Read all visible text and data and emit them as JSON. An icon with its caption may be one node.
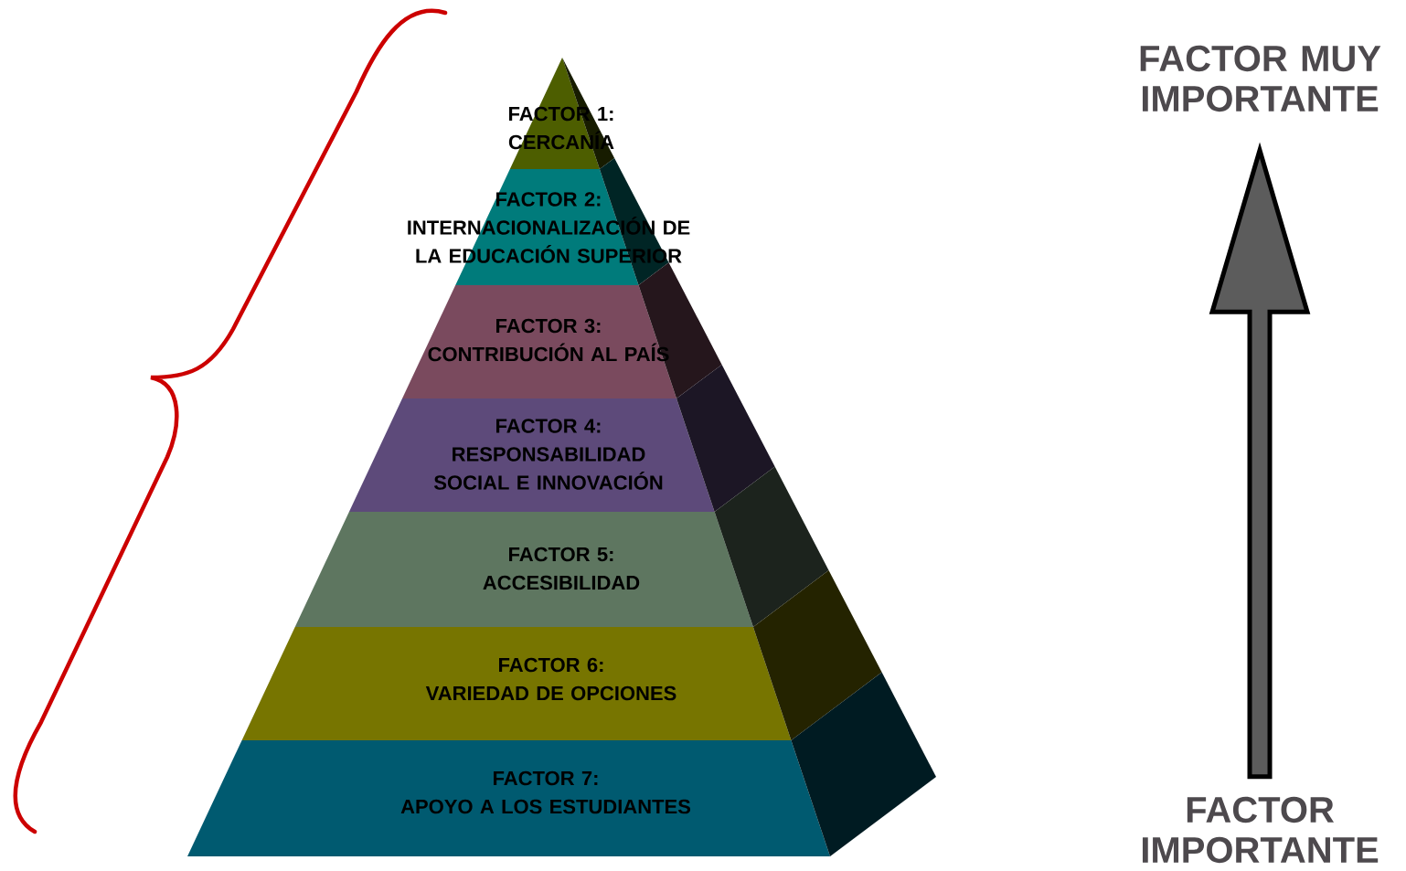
{
  "diagram": {
    "nodes": [
      {
        "text": [
          "FACTOR 1:",
          "CERCANÍA"
        ]
      },
      {
        "text": [
          "FACTOR 2:",
          "INTERNACIONALIZACIÓN DE LA EDUCACIÓN SUPERIOR"
        ]
      },
      {
        "text": [
          "FACTOR 3:",
          "CONTRIBUCIÓN AL PAÍS"
        ]
      },
      {
        "text": [
          "FACTOR 4:",
          "RESPONSABILIDAD SOCIAL E INNOVACIÓN"
        ]
      },
      {
        "text": [
          "FACTOR 5:",
          "ACCESIBILIDAD"
        ]
      },
      {
        "text": [
          "FACTOR 6:",
          "VARIEDAD DE OPCIONES"
        ]
      },
      {
        "text": [
          "FACTOR 7:",
          "APOYO A LOS ESTUDIANTES"
        ]
      },
      {
        "text": [
          "FACTOR MUY IMPORTANTE"
        ]
      },
      {
        "text": [
          "FACTOR IMPORTANTE"
        ]
      }
    ],
    "edges": [
      {
        "from": 8,
        "to": 7,
        "arrow": "to",
        "style": "thick"
      }
    ]
  }
}
